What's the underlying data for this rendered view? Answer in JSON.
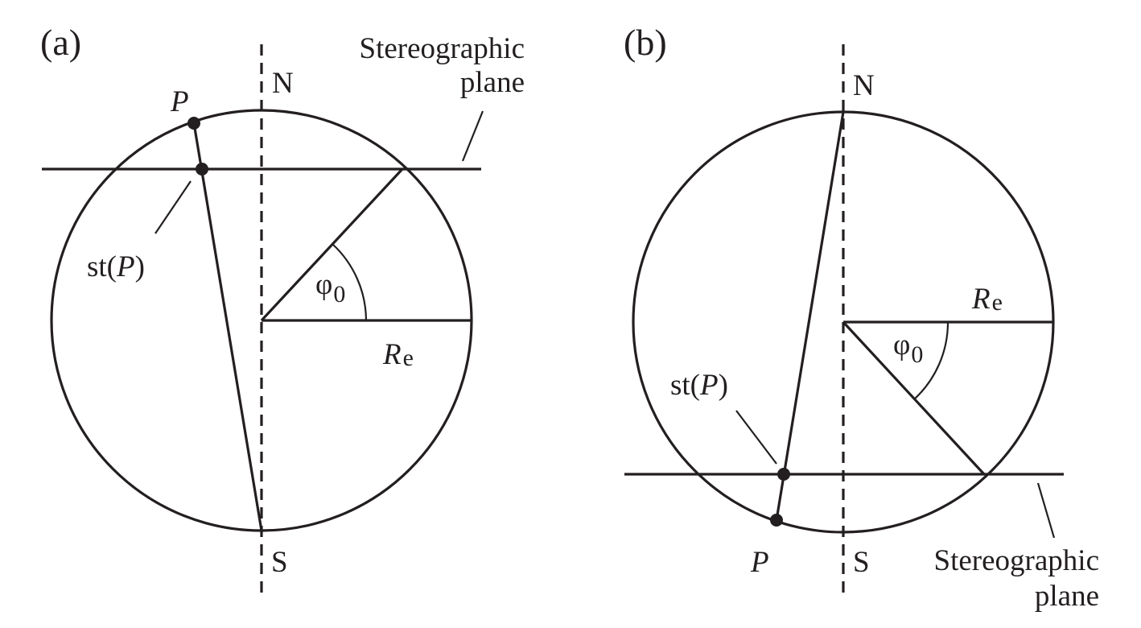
{
  "panels": [
    {
      "id": "a",
      "label": "(a)",
      "north": "N",
      "south": "S",
      "point": "P",
      "projection_label": {
        "prefix": "st(",
        "var": "P",
        "suffix": ")"
      },
      "radius_label": {
        "main": "R",
        "sub": "e"
      },
      "angle_label": {
        "main": "φ",
        "sub": "0"
      },
      "plane_label": [
        "Stereographic",
        "plane"
      ]
    },
    {
      "id": "b",
      "label": "(b)",
      "north": "N",
      "south": "S",
      "point": "P",
      "projection_label": {
        "prefix": "st(",
        "var": "P",
        "suffix": ")"
      },
      "radius_label": {
        "main": "R",
        "sub": "e"
      },
      "angle_label": {
        "main": "φ",
        "sub": "0"
      },
      "plane_label": [
        "Stereographic",
        "plane"
      ]
    }
  ],
  "colors": {
    "ink": "#231f20",
    "background": "#ffffff"
  }
}
